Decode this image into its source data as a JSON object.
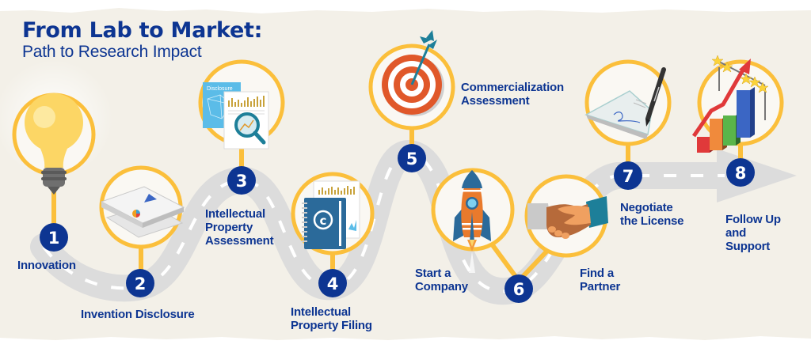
{
  "title": {
    "main": "From Lab to Market:",
    "subtitle": "Path to Research Impact"
  },
  "colors": {
    "brand_navy": "#0d3592",
    "ring_gold": "#fbbf3b",
    "road_gray": "#dcdcdc",
    "background_cream": "#f3f0e8",
    "target_orange": "#e0582a",
    "teal": "#1d7f99"
  },
  "steps": [
    {
      "number": "1",
      "label_lines": [
        "Innovation"
      ],
      "icon": "lightbulb-icon"
    },
    {
      "number": "2",
      "label_lines": [
        "Invention Disclosure"
      ],
      "icon": "document-stack-icon"
    },
    {
      "number": "3",
      "label_lines": [
        "Intellectual",
        "Property",
        "Assessment"
      ],
      "icon": "magnifier-report-icon",
      "icon_caption": "Disclosure"
    },
    {
      "number": "4",
      "label_lines": [
        "Intellectual",
        "Property Filing"
      ],
      "icon": "copyright-notebook-icon"
    },
    {
      "number": "5",
      "label_lines": [
        "Commercialization",
        "Assessment"
      ],
      "icon": "target-arrow-icon"
    },
    {
      "number": "6",
      "label_lines": [
        "Start a",
        "Company"
      ],
      "icon": "rocket-icon",
      "alt_label_lines": [
        "Find a",
        "Partner"
      ],
      "alt_icon": "handshake-icon"
    },
    {
      "number": "7",
      "label_lines": [
        "Negotiate",
        "the License"
      ],
      "icon": "signature-pen-icon"
    },
    {
      "number": "8",
      "label_lines": [
        "Follow Up",
        "and",
        "Support"
      ],
      "icon": "growth-chart-icon"
    }
  ]
}
